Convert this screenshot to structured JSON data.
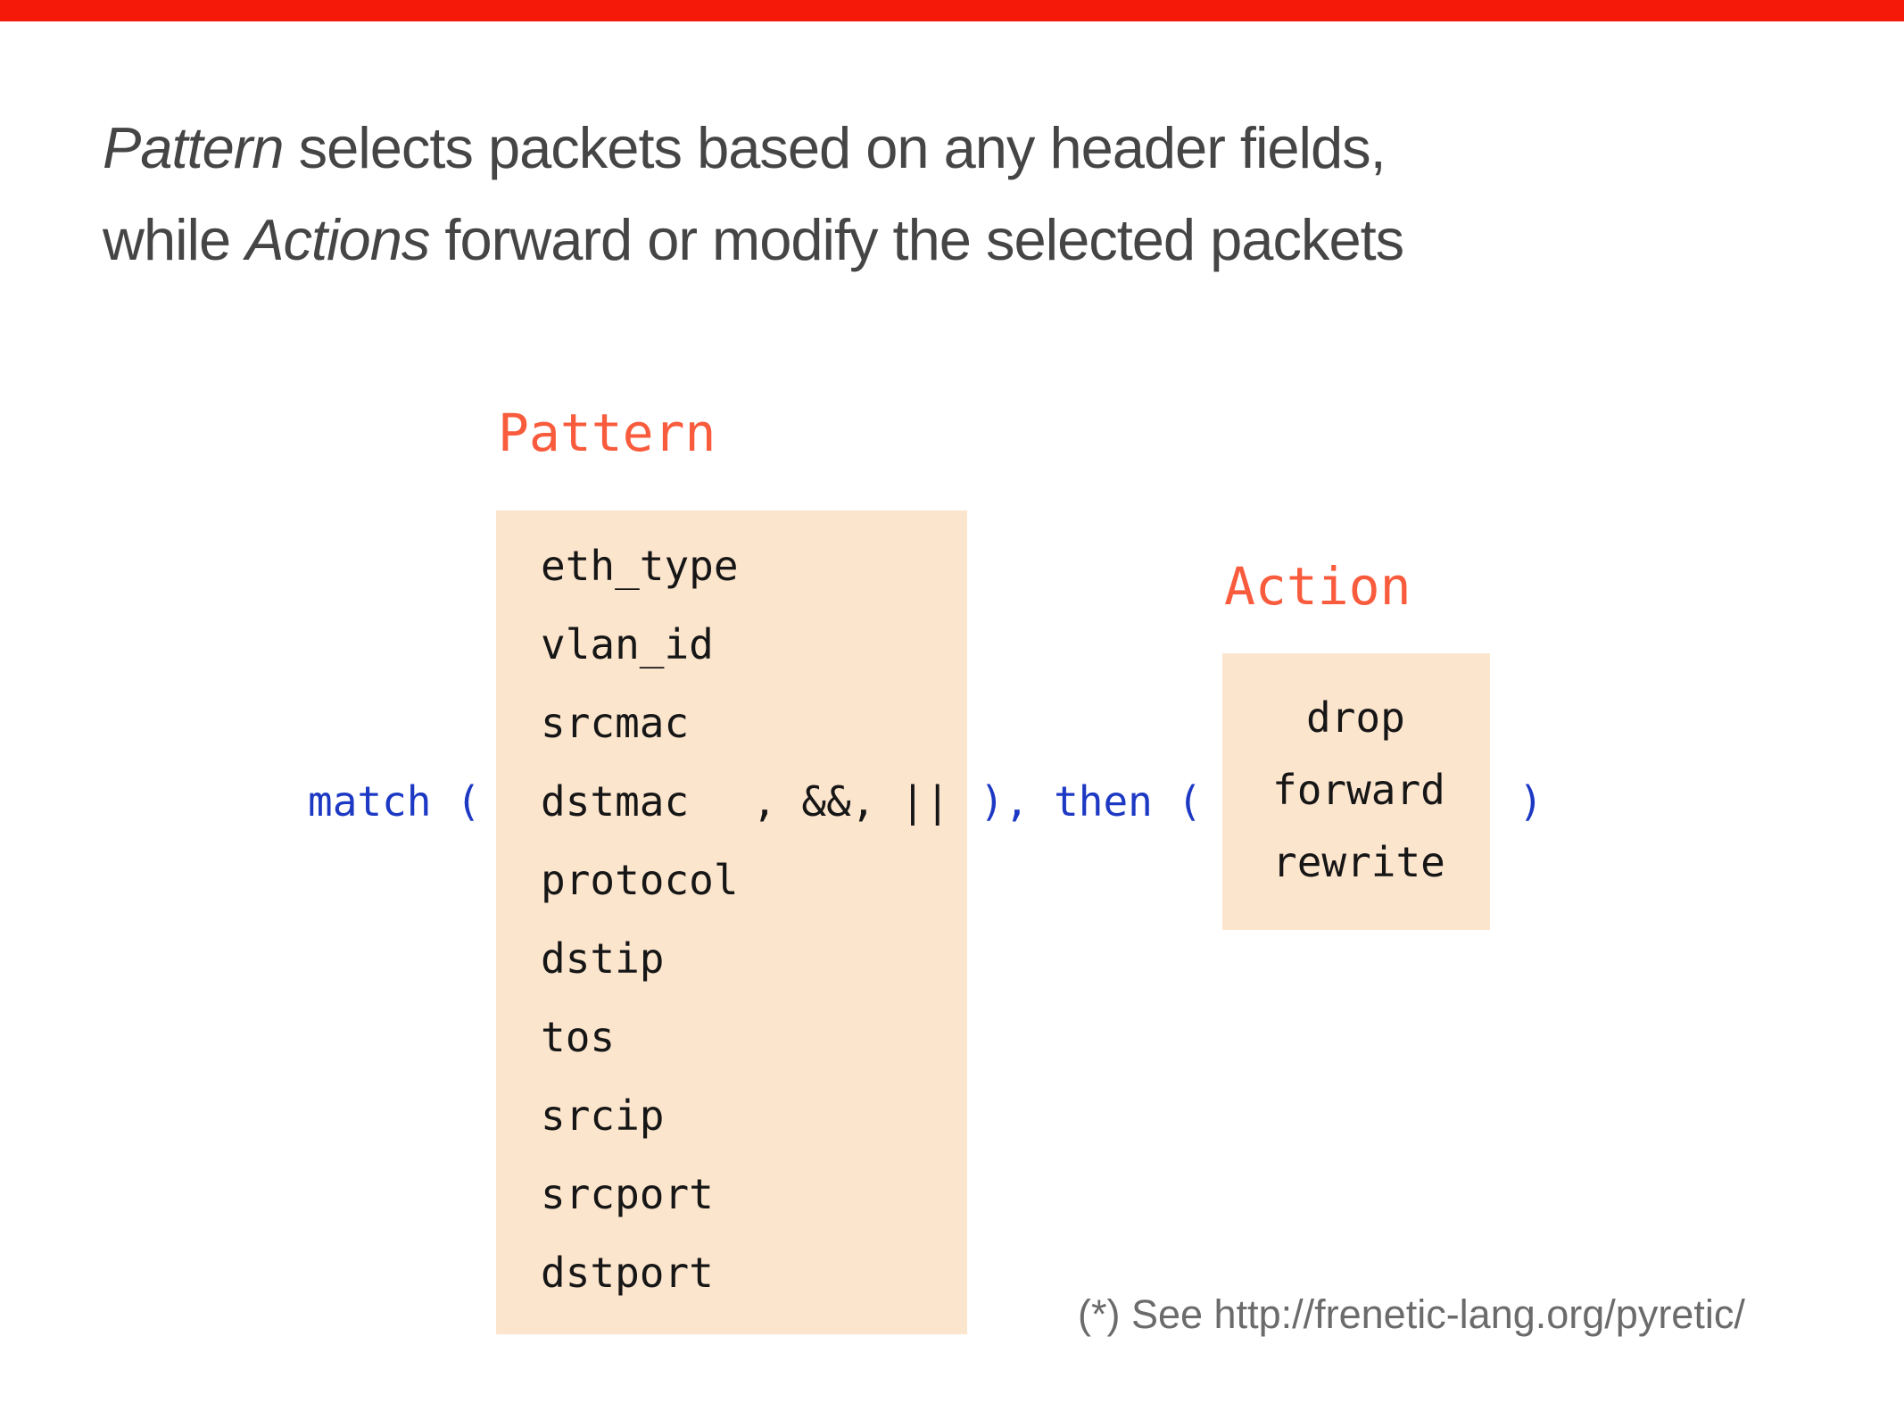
{
  "top_bar": {
    "color": "#f5190a"
  },
  "title": {
    "line1_italic": "Pattern",
    "line1_rest": " selects packets based on any header fields,",
    "line2_pre": "while ",
    "line2_italic": "Actions",
    "line2_rest": " forward or modify the selected packets"
  },
  "pattern_section": {
    "label": "Pattern",
    "fields": [
      "eth_type",
      "vlan_id",
      "srcmac",
      "dstmac",
      "protocol",
      "dstip",
      "tos",
      "srcip",
      "srcport",
      "dstport"
    ]
  },
  "expression": {
    "match_open": "match (",
    "operators": ", &&, ||",
    "then_open": "), then (",
    "close_paren": ")"
  },
  "action_section": {
    "label": "Action",
    "items": [
      "drop",
      "forward",
      "rewrite"
    ]
  },
  "footer": {
    "note": "(*) See http://frenetic-lang.org/pyretic/"
  },
  "colors": {
    "accent_red": "#f5190a",
    "label_red": "#f95b3d",
    "box_peach": "#fce5cd",
    "code_blue": "#1d39c4",
    "code_dark": "#161616",
    "title_gray": "#454545",
    "footer_gray": "#6b6b6b"
  }
}
